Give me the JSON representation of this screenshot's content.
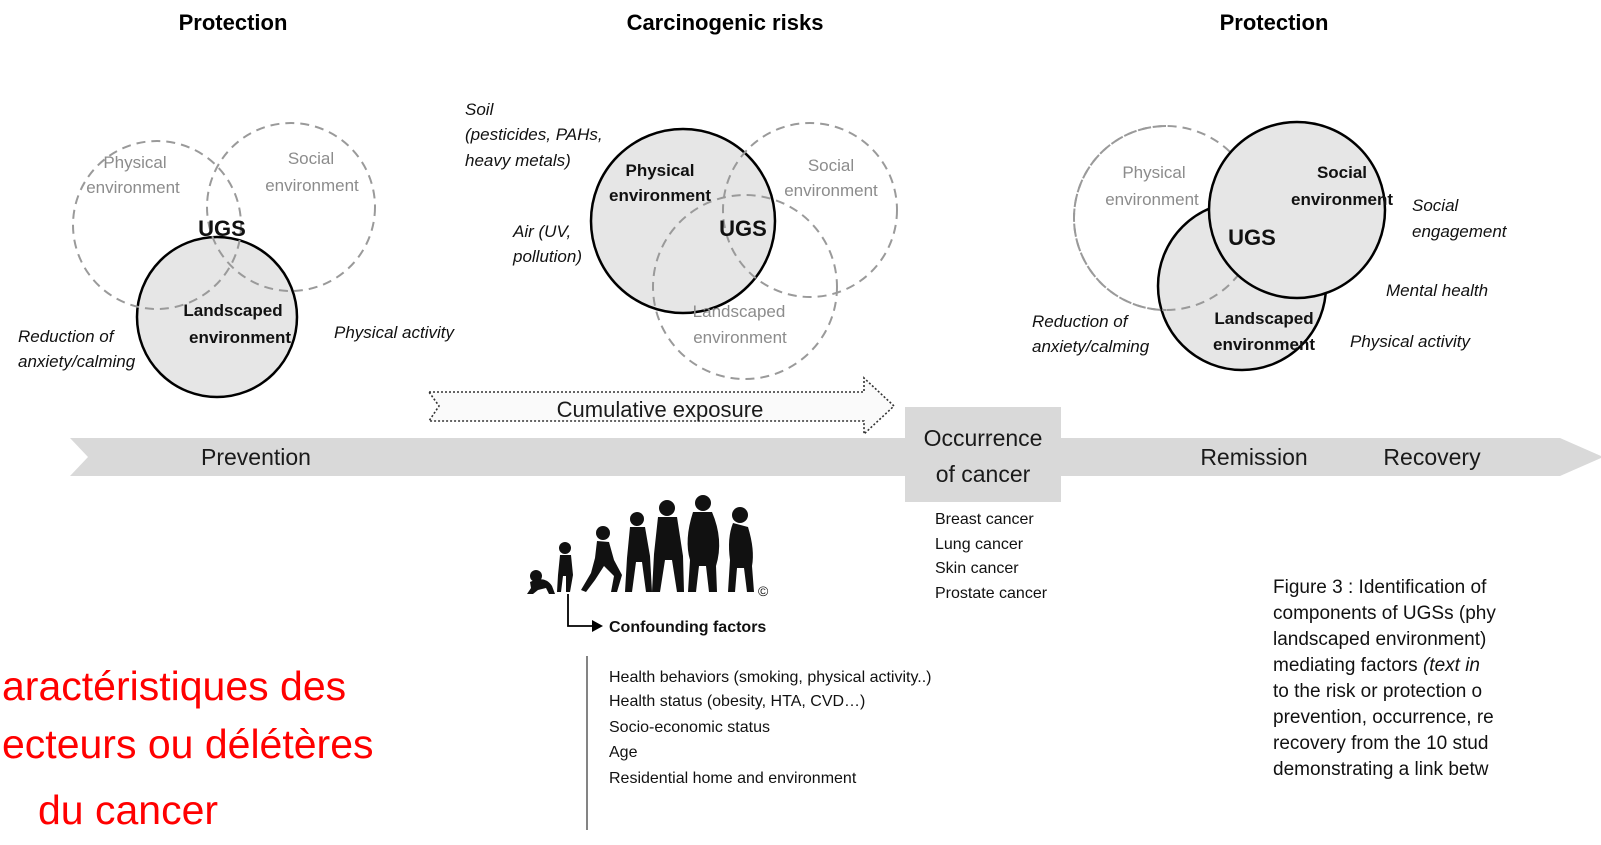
{
  "headers": {
    "left": "Protection",
    "middle": "Carcinogenic risks",
    "right": "Protection"
  },
  "left_venn": {
    "physical": [
      "Physical",
      "environment"
    ],
    "social": [
      "Social",
      "environment"
    ],
    "center": "UGS",
    "landscaped": [
      "Landscaped",
      "environment"
    ],
    "effect_left": [
      "Reduction of",
      "anxiety/calming"
    ],
    "effect_right": "Physical activity"
  },
  "middle_venn": {
    "physical": [
      "Physical",
      "environment"
    ],
    "social": [
      "Social",
      "environment"
    ],
    "center": "UGS",
    "landscaped": [
      "Landscaped",
      "environment"
    ],
    "soil": [
      "Soil",
      "(pesticides, PAHs,",
      "heavy metals)"
    ],
    "air": [
      "Air (UV,",
      "pollution)"
    ]
  },
  "right_venn": {
    "physical": [
      "Physical",
      "environment"
    ],
    "social": [
      "Social",
      "environment"
    ],
    "center": "UGS",
    "landscaped": [
      "Landscaped",
      "environment"
    ],
    "effect_social": [
      "Social",
      "engagement"
    ],
    "effect_mental": "Mental health",
    "effect_left": [
      "Reduction of",
      "anxiety/calming"
    ],
    "effect_right": "Physical activity"
  },
  "timeline": {
    "cumulative": "Cumulative exposure",
    "prevention": "Prevention",
    "occurrence": [
      "Occurrence",
      "of cancer"
    ],
    "remission": "Remission",
    "recovery": "Recovery"
  },
  "cancers": [
    "Breast cancer",
    "Lung cancer",
    "Skin cancer",
    "Prostate cancer"
  ],
  "copyright": "©",
  "confounding": {
    "title": "Confounding factors",
    "items": [
      "Health behaviors (smoking, physical activity..)",
      "Health status (obesity, HTA, CVD…)",
      "Socio-economic status",
      "Age",
      "Residential home and environment"
    ]
  },
  "caption": [
    "Figure 3 : Identification of",
    "components of UGSs (phy",
    "landscaped environment)",
    "mediating factors  (text in",
    "to the risk or protection o",
    "prevention, occurrence, re",
    "recovery from the 10 stud",
    "demonstrating a link betw"
  ],
  "caption_italic_part": "(text in",
  "red_overlay": [
    "aractéristiques des",
    "ecteurs ou délétères",
    "du cancer"
  ],
  "colors": {
    "arrow_fill": "#d9d9d9",
    "circle_fill": "#e6e6e6",
    "dashed": "#9a9a9a",
    "grey_text": "#8c8c8c",
    "red": "#ff0000"
  }
}
